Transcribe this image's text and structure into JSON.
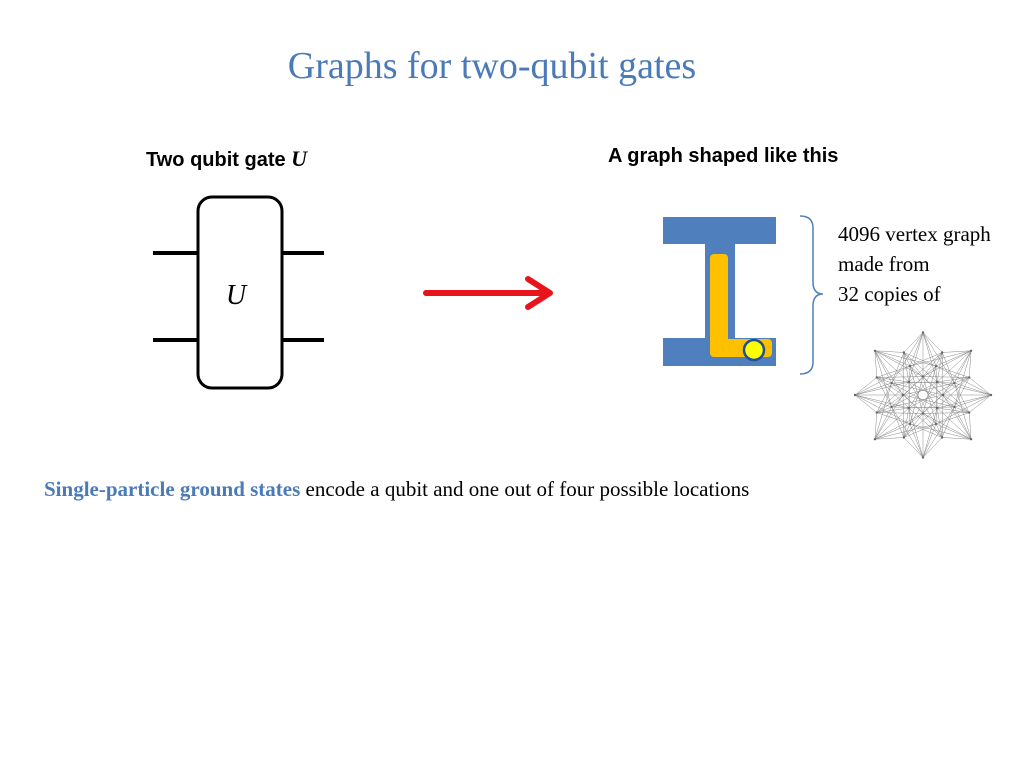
{
  "slide": {
    "title": "Graphs for two-qubit gates",
    "left_heading_text": "Two qubit gate ",
    "left_heading_symbol": "U",
    "gate_label": "U",
    "right_heading": "A graph shaped like this",
    "note_lines": [
      "4096 vertex graph",
      "made from",
      "32 copies of"
    ],
    "bottom_highlight": "Single-particle ground states",
    "bottom_rest": " encode a qubit and one out of  four possible locations"
  },
  "colors": {
    "title": "#4a7ab8",
    "arrow": "#e8141c",
    "i_shape_blue": "#4f80bd",
    "path_yellow": "#ffc000",
    "dot_fill": "#ffff00",
    "dot_stroke": "#1f4e9a",
    "highlight": "#4a7ab8"
  }
}
